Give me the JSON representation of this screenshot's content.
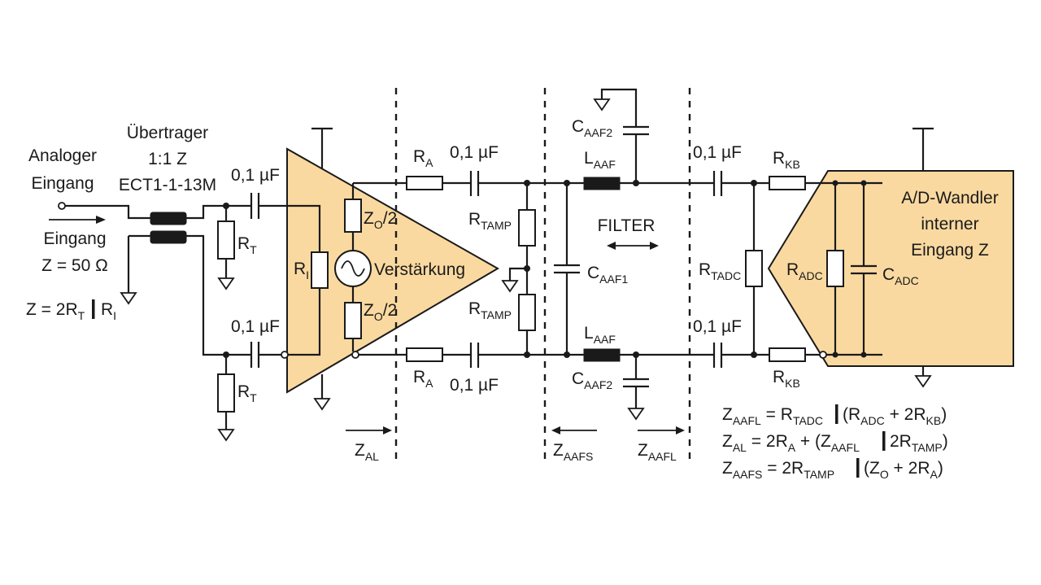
{
  "labels": {
    "input_analog": "Analoger",
    "input_eingang": "Eingang",
    "transformer_title": "Übertrager",
    "transformer_ratio": "1:1 Z",
    "transformer_part": "ECT1-1-13M",
    "input_arrow_label": "Eingang",
    "input_impedance": "Z = 50 Ω",
    "input_formula_main": "Z = 2R",
    "input_formula_sub": "T",
    "input_formula_tail_main": "R",
    "input_formula_tail_sub": "I",
    "cap_value": "0,1 µF",
    "r_letter": "R",
    "c_letter": "C",
    "l_letter": "L",
    "z_letter": "Z",
    "sub_T": "T",
    "sub_I": "I",
    "sub_A": "A",
    "sub_TAMP": "TAMP",
    "sub_AAF": "AAF",
    "sub_AAF1": "AAF1",
    "sub_AAF2": "AAF2",
    "sub_TADC": "TADC",
    "sub_KB": "KB",
    "sub_ADC": "ADC",
    "sub_O": "O",
    "sub_AL": "AL",
    "sub_AAFS": "AAFS",
    "sub_AAFL": "AAFL",
    "half": "/2",
    "amplifier_label": "Verstärkung",
    "filter_label": "FILTER",
    "adc_line1": "A/D-Wandler",
    "adc_line2": "interner",
    "adc_line3": "Eingang Z"
  },
  "equations": {
    "zaafl": {
      "lhs_main": "Z",
      "lhs_sub": "AAFL",
      "eq": " = R",
      "s1": "TADC",
      "mid": "(R",
      "s2": "ADC",
      "mid2": " + 2R",
      "s3": "KB",
      "end": ")"
    },
    "zal": {
      "lhs_main": "Z",
      "lhs_sub": "AL",
      "eq": " = 2R",
      "s1": "A",
      "mid": " + (Z",
      "s2": "AAFL",
      "mid2": "2R",
      "s3": "TAMP",
      "end": ")"
    },
    "zaafs": {
      "lhs_main": "Z",
      "lhs_sub": "AAFS",
      "eq": " = 2R",
      "s1": "TAMP",
      "mid": "(Z",
      "s2": "O",
      "mid2": " + 2R",
      "s3": "A",
      "end": ")"
    }
  },
  "colors": {
    "block_fill": "#fad9a0",
    "line": "#1a1a1a"
  }
}
